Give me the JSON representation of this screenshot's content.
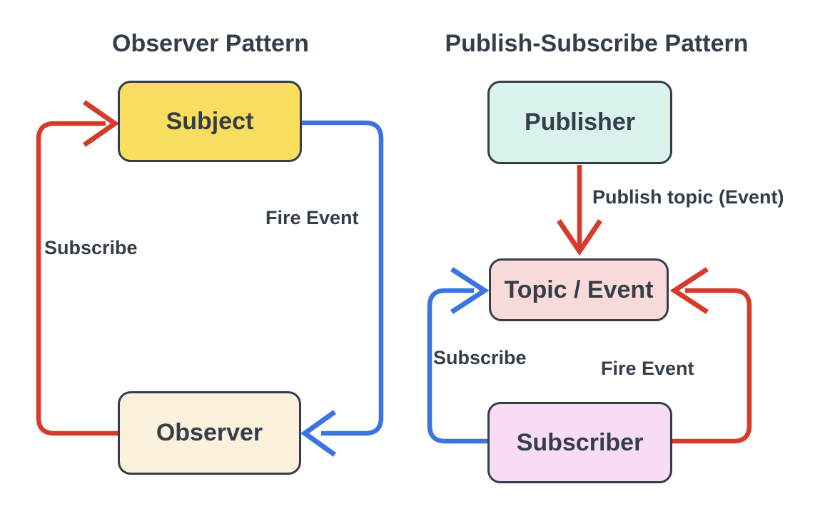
{
  "theme": {
    "colors": {
      "ink": "#343d4a",
      "red": "#d63a2b",
      "blue": "#3b74e0",
      "yellow": "#f9dd5f",
      "cream": "#faf0db",
      "mint": "#d9f2eb",
      "pink": "#f8dbd8",
      "lavender": "#f8dcf5"
    }
  },
  "observer_pattern": {
    "title": "Observer Pattern",
    "nodes": {
      "subject": {
        "label": "Subject",
        "fill": "#f9dd5f"
      },
      "observer": {
        "label": "Observer",
        "fill": "#faf0db"
      }
    },
    "edges": {
      "subscribe": {
        "label": "Subscribe",
        "color": "#d63a2b"
      },
      "fire_event": {
        "label": "Fire Event",
        "color": "#3b74e0"
      }
    }
  },
  "pubsub_pattern": {
    "title": "Publish-Subscribe Pattern",
    "nodes": {
      "publisher": {
        "label": "Publisher",
        "fill": "#d9f2eb"
      },
      "topic": {
        "label": "Topic / Event",
        "fill": "#f8dbd8"
      },
      "subscriber": {
        "label": "Subscriber",
        "fill": "#f8dcf5"
      }
    },
    "edges": {
      "publish_topic": {
        "label": "Publish topic (Event)",
        "color": "#d63a2b"
      },
      "subscribe": {
        "label": "Subscribe",
        "color": "#3b74e0"
      },
      "fire_event": {
        "label": "Fire Event",
        "color": "#d63a2b"
      }
    }
  }
}
